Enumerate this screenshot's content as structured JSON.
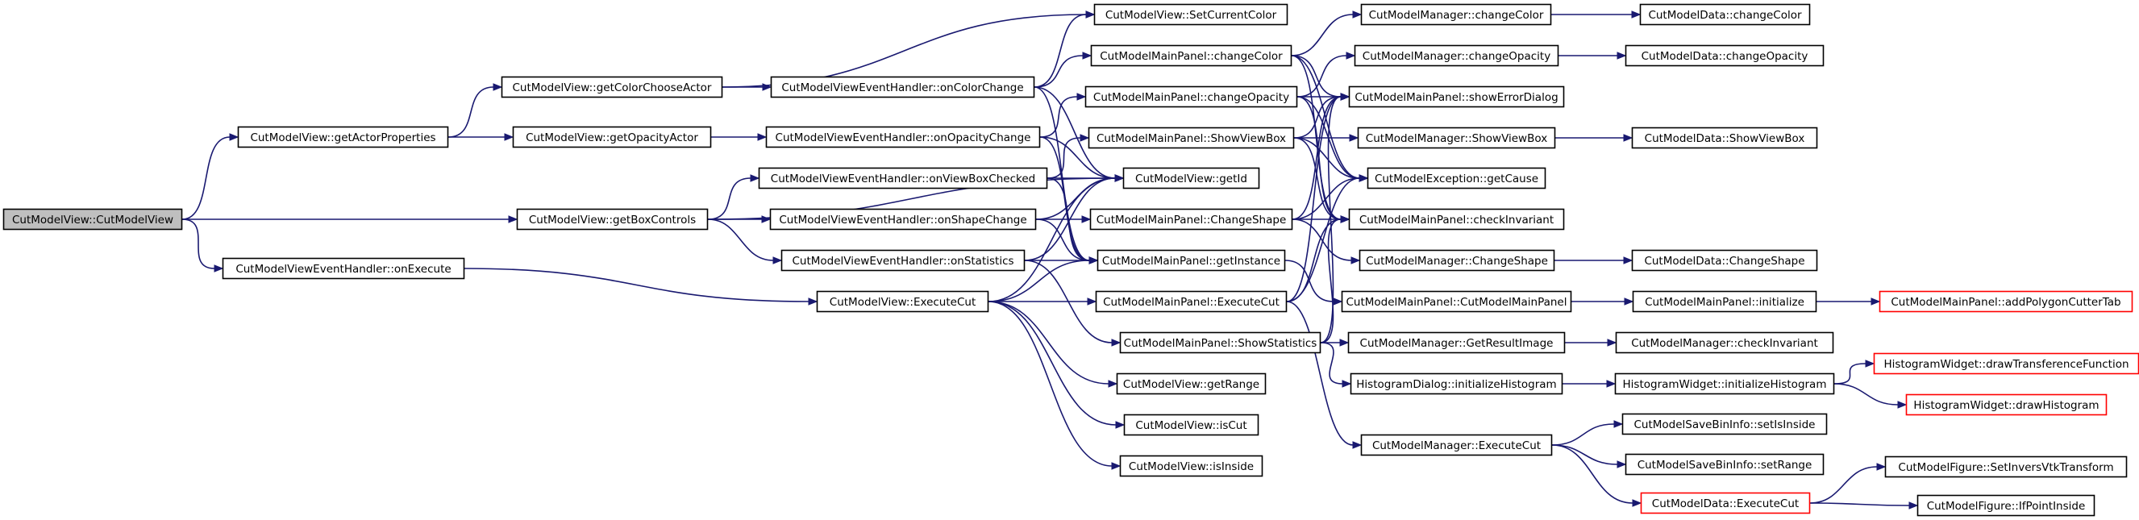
{
  "nodes": [
    {
      "id": "root",
      "label": "CutModelView::CutModelView",
      "root": true
    },
    {
      "id": "getActorProperties",
      "label": "CutModelView::getActorProperties"
    },
    {
      "id": "getBoxControls",
      "label": "CutModelView::getBoxControls"
    },
    {
      "id": "onExecute",
      "label": "CutModelViewEventHandler::onExecute"
    },
    {
      "id": "getColorChooseActor",
      "label": "CutModelView::getColorChooseActor"
    },
    {
      "id": "getOpacityActor",
      "label": "CutModelView::getOpacityActor"
    },
    {
      "id": "onColorChange",
      "label": "CutModelViewEventHandler::onColorChange"
    },
    {
      "id": "onOpacityChange",
      "label": "CutModelViewEventHandler::onOpacityChange"
    },
    {
      "id": "onViewBoxChecked",
      "label": "CutModelViewEventHandler::onViewBoxChecked"
    },
    {
      "id": "onShapeChange",
      "label": "CutModelViewEventHandler::onShapeChange"
    },
    {
      "id": "onStatistics",
      "label": "CutModelViewEventHandler::onStatistics"
    },
    {
      "id": "ExecuteCut",
      "label": "CutModelView::ExecuteCut"
    },
    {
      "id": "SetCurrentColor",
      "label": "CutModelView::SetCurrentColor"
    },
    {
      "id": "mpChangeColor",
      "label": "CutModelMainPanel::changeColor"
    },
    {
      "id": "mpChangeOpacity",
      "label": "CutModelMainPanel::changeOpacity"
    },
    {
      "id": "mpShowViewBox",
      "label": "CutModelMainPanel::ShowViewBox"
    },
    {
      "id": "getId",
      "label": "CutModelView::getId"
    },
    {
      "id": "mpChangeShape",
      "label": "CutModelMainPanel::ChangeShape"
    },
    {
      "id": "getInstance",
      "label": "CutModelMainPanel::getInstance"
    },
    {
      "id": "mpExecuteCut",
      "label": "CutModelMainPanel::ExecuteCut"
    },
    {
      "id": "mpShowStatistics",
      "label": "CutModelMainPanel::ShowStatistics"
    },
    {
      "id": "getRange",
      "label": "CutModelView::getRange"
    },
    {
      "id": "isCut",
      "label": "CutModelView::isCut"
    },
    {
      "id": "isInside",
      "label": "CutModelView::isInside"
    },
    {
      "id": "mgChangeColor",
      "label": "CutModelManager::changeColor"
    },
    {
      "id": "mgChangeOpacity",
      "label": "CutModelManager::changeOpacity"
    },
    {
      "id": "showErrorDialog",
      "label": "CutModelMainPanel::showErrorDialog"
    },
    {
      "id": "mgShowViewBox",
      "label": "CutModelManager::ShowViewBox"
    },
    {
      "id": "getCause",
      "label": "CutModelException::getCause"
    },
    {
      "id": "checkInvariantMP",
      "label": "CutModelMainPanel::checkInvariant"
    },
    {
      "id": "mgChangeShape",
      "label": "CutModelManager::ChangeShape"
    },
    {
      "id": "mpCtor",
      "label": "CutModelMainPanel::CutModelMainPanel"
    },
    {
      "id": "GetResultImage",
      "label": "CutModelManager::GetResultImage"
    },
    {
      "id": "hdInitHistogram",
      "label": "HistogramDialog::initializeHistogram"
    },
    {
      "id": "mgExecuteCut",
      "label": "CutModelManager::ExecuteCut"
    },
    {
      "id": "dChangeColor",
      "label": "CutModelData::changeColor"
    },
    {
      "id": "dChangeOpacity",
      "label": "CutModelData::changeOpacity"
    },
    {
      "id": "dShowViewBox",
      "label": "CutModelData::ShowViewBox"
    },
    {
      "id": "dChangeShape",
      "label": "CutModelData::ChangeShape"
    },
    {
      "id": "mpInitialize",
      "label": "CutModelMainPanel::initialize"
    },
    {
      "id": "mgCheckInvariant",
      "label": "CutModelManager::checkInvariant"
    },
    {
      "id": "hwInitHistogram",
      "label": "HistogramWidget::initializeHistogram"
    },
    {
      "id": "setIsInside",
      "label": "CutModelSaveBinInfo::setIsInside"
    },
    {
      "id": "setRange",
      "label": "CutModelSaveBinInfo::setRange"
    },
    {
      "id": "dExecuteCut",
      "label": "CutModelData::ExecuteCut",
      "truncated": true
    },
    {
      "id": "addPolygonCutterTab",
      "label": "CutModelMainPanel::addPolygonCutterTab",
      "truncated": true
    },
    {
      "id": "drawTransferenceFunction",
      "label": "HistogramWidget::drawTransferenceFunction",
      "truncated": true
    },
    {
      "id": "drawHistogram",
      "label": "HistogramWidget::drawHistogram",
      "truncated": true
    },
    {
      "id": "SetInversVtkTransform",
      "label": "CutModelFigure::SetInversVtkTransform"
    },
    {
      "id": "IfPointInside",
      "label": "CutModelFigure::IfPointInside"
    }
  ],
  "edges": [
    [
      "root",
      "getActorProperties"
    ],
    [
      "root",
      "getBoxControls"
    ],
    [
      "root",
      "onExecute"
    ],
    [
      "getActorProperties",
      "getColorChooseActor"
    ],
    [
      "getActorProperties",
      "getOpacityActor"
    ],
    [
      "getColorChooseActor",
      "onColorChange"
    ],
    [
      "getColorChooseActor",
      "SetCurrentColor"
    ],
    [
      "getOpacityActor",
      "onOpacityChange"
    ],
    [
      "getBoxControls",
      "onViewBoxChecked"
    ],
    [
      "getBoxControls",
      "onShapeChange"
    ],
    [
      "getBoxControls",
      "onStatistics"
    ],
    [
      "getBoxControls",
      "getId"
    ],
    [
      "onExecute",
      "ExecuteCut"
    ],
    [
      "onColorChange",
      "SetCurrentColor"
    ],
    [
      "onColorChange",
      "mpChangeColor"
    ],
    [
      "onColorChange",
      "getId"
    ],
    [
      "onColorChange",
      "getInstance"
    ],
    [
      "onOpacityChange",
      "mpChangeOpacity"
    ],
    [
      "onOpacityChange",
      "getId"
    ],
    [
      "onOpacityChange",
      "getInstance"
    ],
    [
      "onViewBoxChecked",
      "mpShowViewBox"
    ],
    [
      "onViewBoxChecked",
      "getId"
    ],
    [
      "onViewBoxChecked",
      "getInstance"
    ],
    [
      "onShapeChange",
      "mpChangeShape"
    ],
    [
      "onShapeChange",
      "getId"
    ],
    [
      "onShapeChange",
      "getInstance"
    ],
    [
      "onStatistics",
      "getId"
    ],
    [
      "onStatistics",
      "getInstance"
    ],
    [
      "onStatistics",
      "mpShowStatistics"
    ],
    [
      "ExecuteCut",
      "getId"
    ],
    [
      "ExecuteCut",
      "getInstance"
    ],
    [
      "ExecuteCut",
      "mpExecuteCut"
    ],
    [
      "ExecuteCut",
      "getRange"
    ],
    [
      "ExecuteCut",
      "isCut"
    ],
    [
      "ExecuteCut",
      "isInside"
    ],
    [
      "mpChangeColor",
      "mgChangeColor"
    ],
    [
      "mpChangeColor",
      "showErrorDialog"
    ],
    [
      "mpChangeColor",
      "getCause"
    ],
    [
      "mpChangeColor",
      "checkInvariantMP"
    ],
    [
      "mpChangeOpacity",
      "mgChangeOpacity"
    ],
    [
      "mpChangeOpacity",
      "showErrorDialog"
    ],
    [
      "mpChangeOpacity",
      "getCause"
    ],
    [
      "mpChangeOpacity",
      "checkInvariantMP"
    ],
    [
      "mpShowViewBox",
      "mgShowViewBox"
    ],
    [
      "mpShowViewBox",
      "showErrorDialog"
    ],
    [
      "mpShowViewBox",
      "getCause"
    ],
    [
      "mpShowViewBox",
      "checkInvariantMP"
    ],
    [
      "mpChangeShape",
      "mgChangeShape"
    ],
    [
      "mpChangeShape",
      "showErrorDialog"
    ],
    [
      "mpChangeShape",
      "getCause"
    ],
    [
      "mpChangeShape",
      "checkInvariantMP"
    ],
    [
      "getInstance",
      "mpCtor"
    ],
    [
      "mpExecuteCut",
      "mgExecuteCut"
    ],
    [
      "mpExecuteCut",
      "showErrorDialog"
    ],
    [
      "mpExecuteCut",
      "getCause"
    ],
    [
      "mpExecuteCut",
      "checkInvariantMP"
    ],
    [
      "mpShowStatistics",
      "GetResultImage"
    ],
    [
      "mpShowStatistics",
      "hdInitHistogram"
    ],
    [
      "mpShowStatistics",
      "showErrorDialog"
    ],
    [
      "mpShowStatistics",
      "checkInvariantMP"
    ],
    [
      "mgChangeColor",
      "dChangeColor"
    ],
    [
      "mgChangeOpacity",
      "dChangeOpacity"
    ],
    [
      "mgShowViewBox",
      "dShowViewBox"
    ],
    [
      "mgChangeShape",
      "dChangeShape"
    ],
    [
      "mpCtor",
      "mpInitialize"
    ],
    [
      "mpInitialize",
      "addPolygonCutterTab"
    ],
    [
      "GetResultImage",
      "mgCheckInvariant"
    ],
    [
      "hdInitHistogram",
      "hwInitHistogram"
    ],
    [
      "hwInitHistogram",
      "drawTransferenceFunction"
    ],
    [
      "hwInitHistogram",
      "drawHistogram"
    ],
    [
      "mgExecuteCut",
      "setIsInside"
    ],
    [
      "mgExecuteCut",
      "setRange"
    ],
    [
      "mgExecuteCut",
      "dExecuteCut"
    ],
    [
      "dExecuteCut",
      "SetInversVtkTransform"
    ],
    [
      "dExecuteCut",
      "IfPointInside"
    ]
  ]
}
